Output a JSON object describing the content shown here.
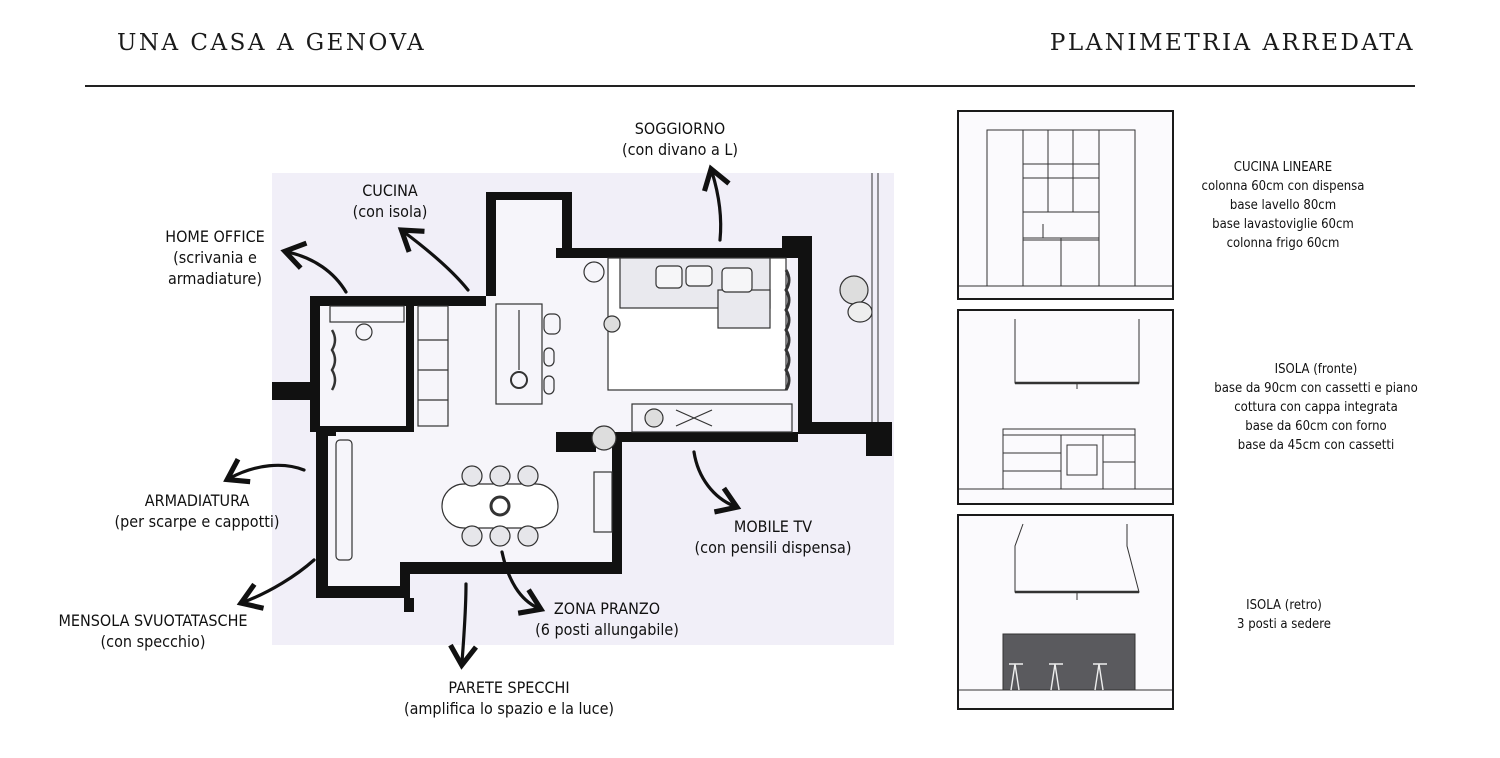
{
  "header": {
    "title_left": "UNA CASA A GENOVA",
    "title_right": "PLANIMETRIA ARREDATA"
  },
  "labels": {
    "soggiorno": {
      "title": "SOGGIORNO",
      "sub": "(con divano a L)"
    },
    "cucina": {
      "title": "CUCINA",
      "sub": "(con isola)"
    },
    "home_office": {
      "title": "HOME OFFICE",
      "sub1": "(scrivania e",
      "sub2": "armadiature)"
    },
    "armadiatura": {
      "title": "ARMADIATURA",
      "sub": "(per scarpe e cappotti)"
    },
    "mensola": {
      "title": "MENSOLA SVUOTATASCHE",
      "sub": "(con specchio)"
    },
    "parete": {
      "title": "PARETE SPECCHI",
      "sub": "(amplifica lo spazio e la luce)"
    },
    "zona_pranzo": {
      "title": "ZONA PRANZO",
      "sub": "(6 posti allungabile)"
    },
    "mobile_tv": {
      "title": "MOBILE TV",
      "sub": "(con pensili dispensa)"
    }
  },
  "panels": {
    "cucina_lineare": {
      "lines": [
        "CUCINA LINEARE",
        "colonna 60cm con dispensa",
        "base lavello 80cm",
        "base lavastoviglie 60cm",
        "colonna frigo 60cm"
      ]
    },
    "isola_fronte": {
      "lines": [
        "ISOLA (fronte)",
        "base da 90cm con cassetti e piano",
        "cottura con cappa integrata",
        "base da 60cm con forno",
        "base da 45cm con cassetti"
      ]
    },
    "isola_retro": {
      "lines": [
        "ISOLA (retro)",
        "3 posti a sedere"
      ]
    }
  }
}
